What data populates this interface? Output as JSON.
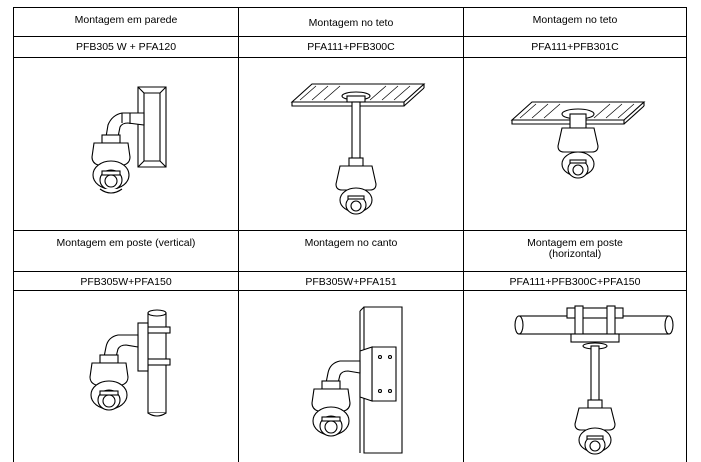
{
  "table": {
    "rows": [
      {
        "headers": [
          "Montagem em parede",
          "Montagem no teto",
          "Montagem no teto"
        ],
        "models": [
          "PFB305 W + PFA120",
          "PFA111+PFB300C",
          "PFA111+PFB301C"
        ]
      },
      {
        "headers": [
          "Montagem em poste (vertical)",
          "Montagem no canto",
          "Montagem em poste (horizontal)"
        ],
        "header_lines_3": [
          "Montagem em poste",
          "(horizontal)"
        ],
        "models": [
          "PFB305W+PFA150",
          "PFB305W+PFA151",
          "PFA111+PFB300C+PFA150"
        ]
      }
    ]
  },
  "illustrations": [
    "wall-mount-camera",
    "ceiling-mount-pendant-camera",
    "ceiling-mount-flush-camera",
    "pole-vertical-mount-camera",
    "corner-mount-camera",
    "pole-horizontal-mount-camera"
  ]
}
